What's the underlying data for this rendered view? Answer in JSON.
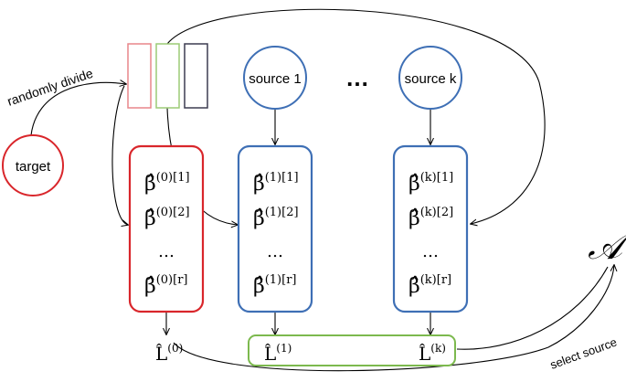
{
  "labels": {
    "target": "target",
    "source1": "source 1",
    "sourcek": "source k",
    "dots": "…",
    "randomly_divide": "randomly divide",
    "select_source": "select source",
    "calA": "𝒜",
    "beta_hat": "β̂",
    "L_hat": "L̂",
    "vdots": "…"
  },
  "boxes": [
    {
      "name": "target-box",
      "sup": "(0)",
      "indices": [
        "[1]",
        "[2]",
        "[r]"
      ],
      "loss_sup": "(0)"
    },
    {
      "name": "source1-box",
      "sup": "(1)",
      "indices": [
        "[1]",
        "[2]",
        "[r]"
      ],
      "loss_sup": "(1)"
    },
    {
      "name": "sourcek-box",
      "sup": "(k)",
      "indices": [
        "[1]",
        "[2]",
        "[r]"
      ],
      "loss_sup": "(k)"
    }
  ],
  "colors": {
    "red": "#d9262b",
    "blue": "#3e6fb5",
    "green": "#7cb94e",
    "pink": "#e8868a",
    "lightgreen": "#9ccb76",
    "dark": "#3c3c50",
    "line": "#000000"
  }
}
